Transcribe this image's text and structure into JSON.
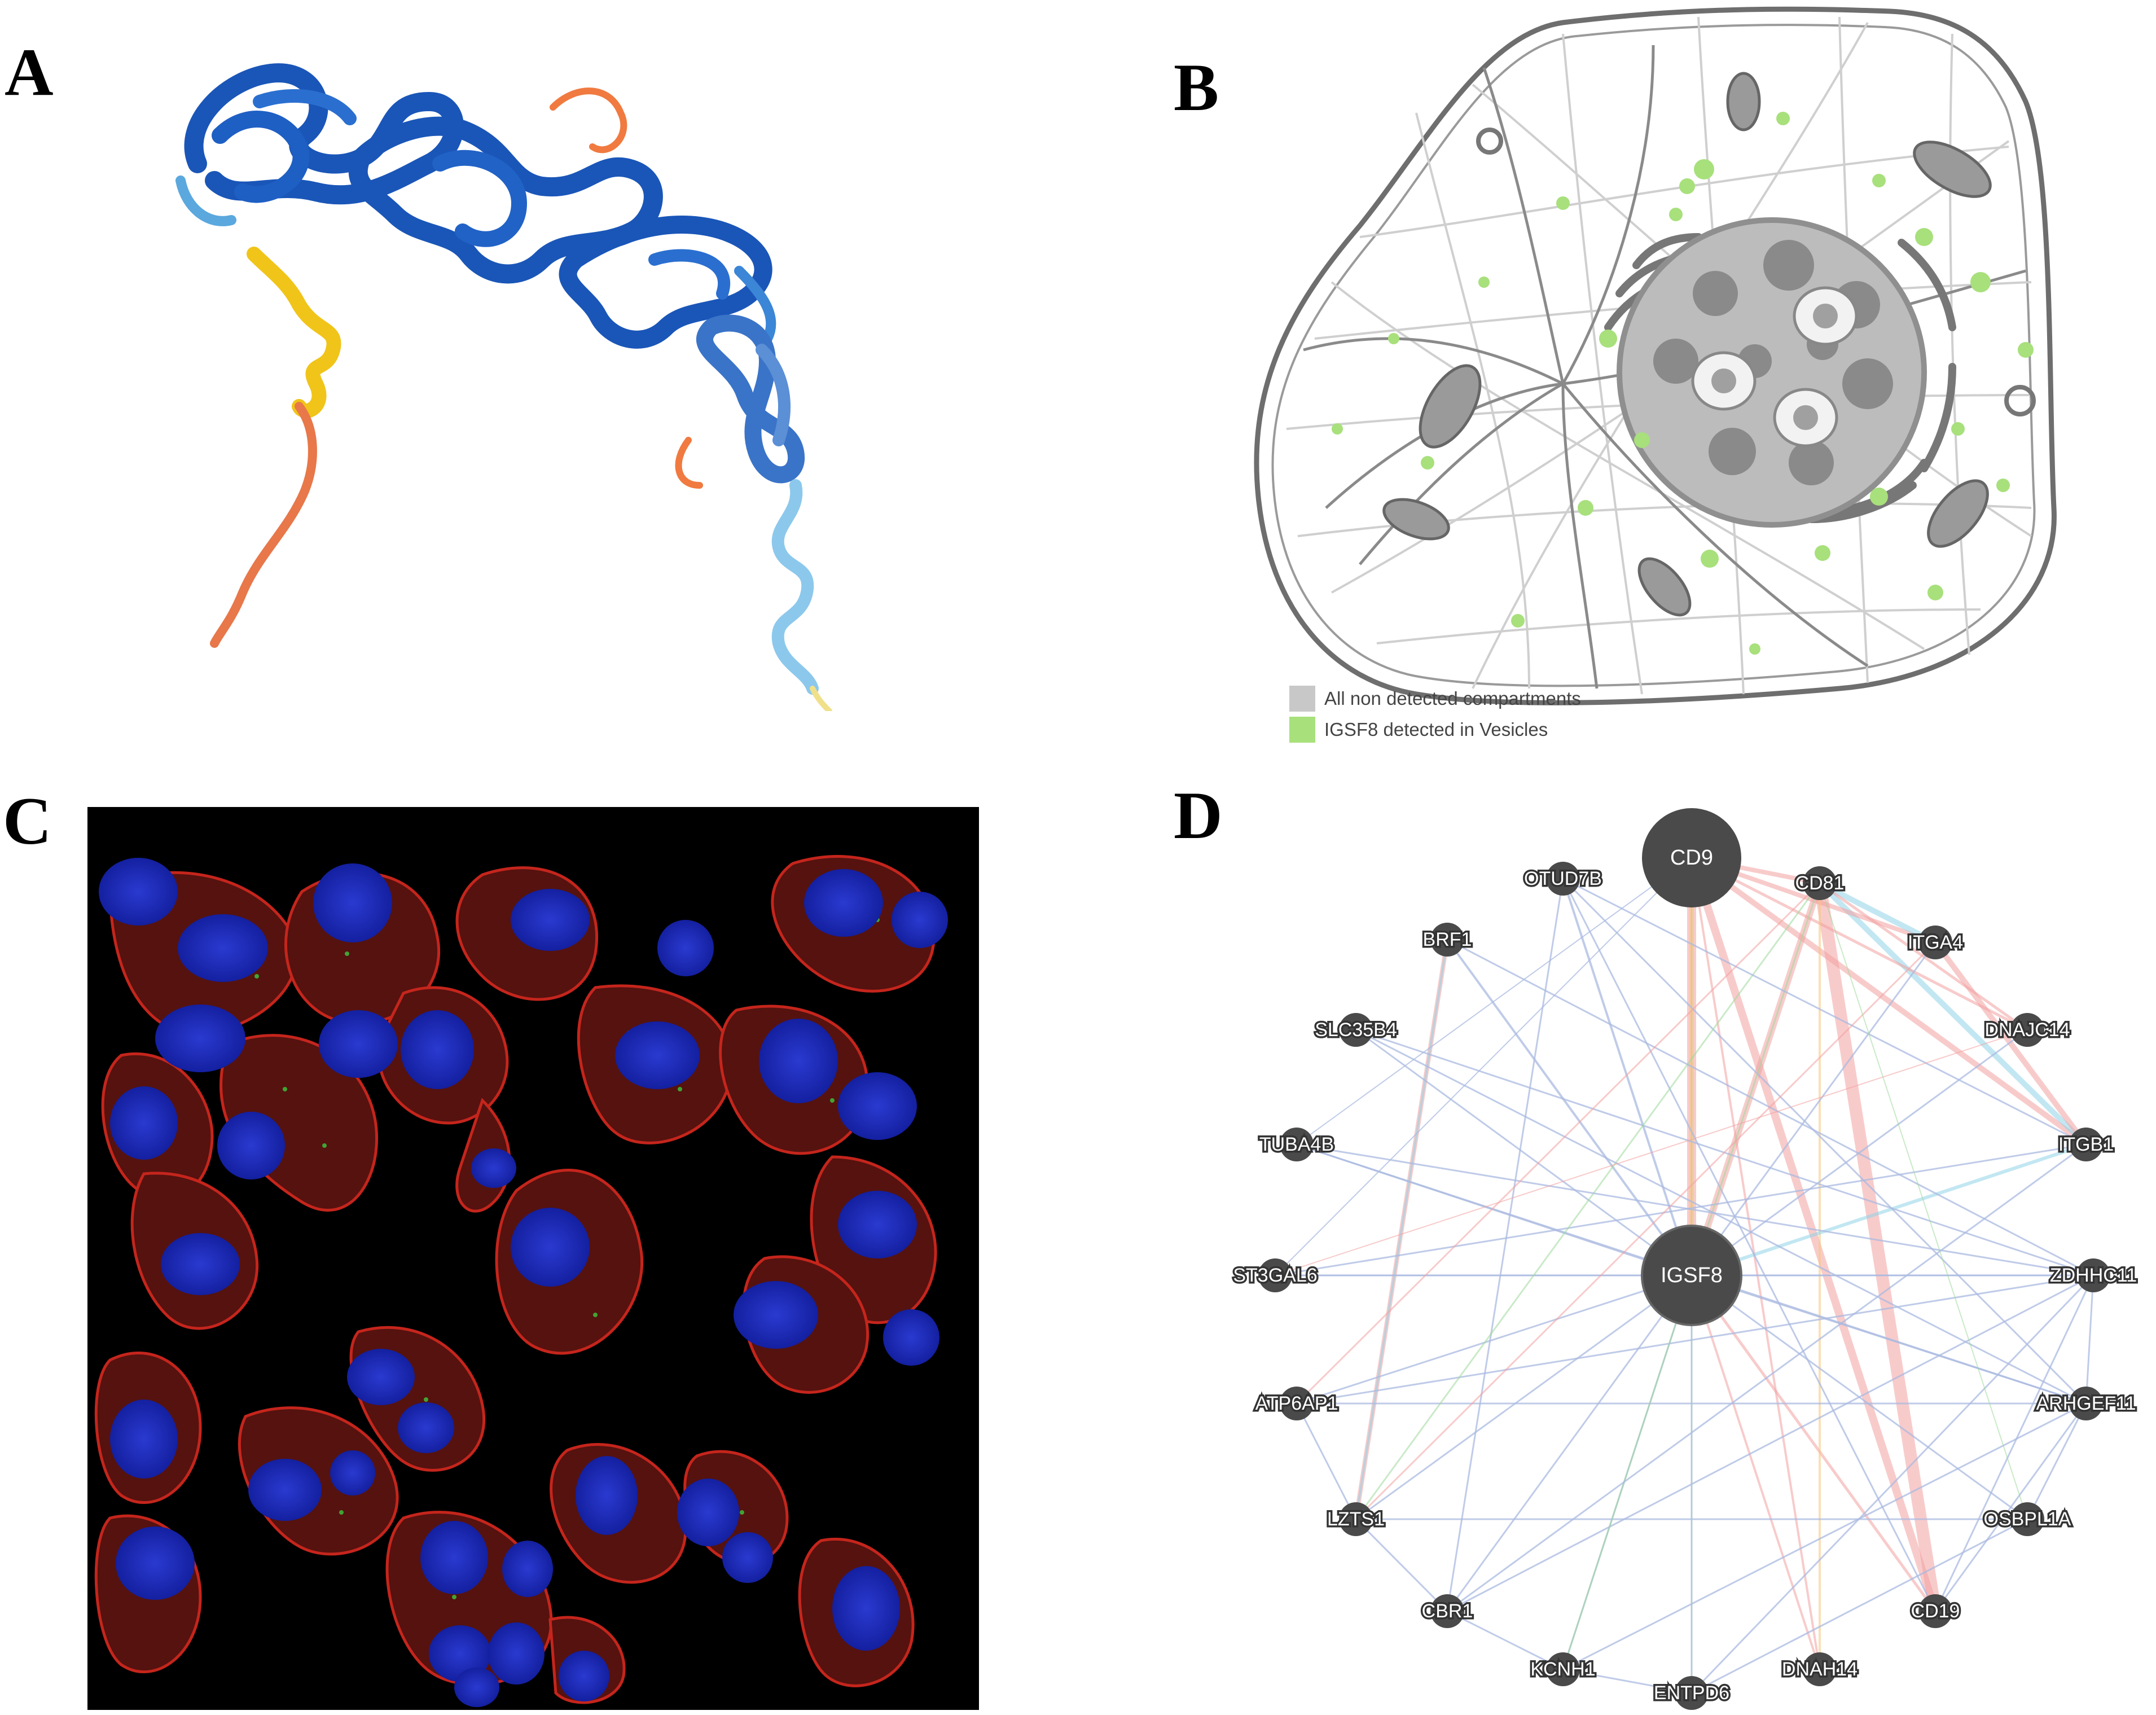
{
  "panels": {
    "a": {
      "letter": "A"
    },
    "b": {
      "letter": "B",
      "legend": [
        {
          "label": "All non detected compartments",
          "color": "#c8c8c8"
        },
        {
          "label": "IGSF8 detected in Vesicles",
          "color": "#a8e07c"
        }
      ]
    },
    "c": {
      "letter": "C"
    },
    "d": {
      "letter": "D"
    }
  },
  "network": {
    "center": "IGSF8",
    "nodes": [
      {
        "id": "CD9",
        "size": "large"
      },
      {
        "id": "CD81",
        "size": "small"
      },
      {
        "id": "ITGA4",
        "size": "small"
      },
      {
        "id": "DNAJC14",
        "size": "small"
      },
      {
        "id": "ITGB1",
        "size": "small"
      },
      {
        "id": "ZDHHC11",
        "size": "small"
      },
      {
        "id": "ARHGEF11",
        "size": "small"
      },
      {
        "id": "OSBPL1A",
        "size": "small"
      },
      {
        "id": "CD19",
        "size": "small"
      },
      {
        "id": "DNAH14",
        "size": "small"
      },
      {
        "id": "ENTPD6",
        "size": "small"
      },
      {
        "id": "KCNH1",
        "size": "small"
      },
      {
        "id": "CBR1",
        "size": "small"
      },
      {
        "id": "LZTS1",
        "size": "small"
      },
      {
        "id": "ATP6AP1",
        "size": "small"
      },
      {
        "id": "ST3GAL6",
        "size": "small"
      },
      {
        "id": "TUBA4B",
        "size": "small"
      },
      {
        "id": "SLC35B4",
        "size": "small"
      },
      {
        "id": "BRF1",
        "size": "small"
      },
      {
        "id": "OTUD7B",
        "size": "small"
      },
      {
        "id": "IGSF8",
        "size": "large"
      }
    ],
    "colors": {
      "node": "#4a4a4a",
      "coexpression": "#a9b9e0",
      "physical": "#f2a0a0",
      "colocalization": "#8fd4e8",
      "pathway": "#f5c77a",
      "genetic": "#9ed99a"
    }
  }
}
